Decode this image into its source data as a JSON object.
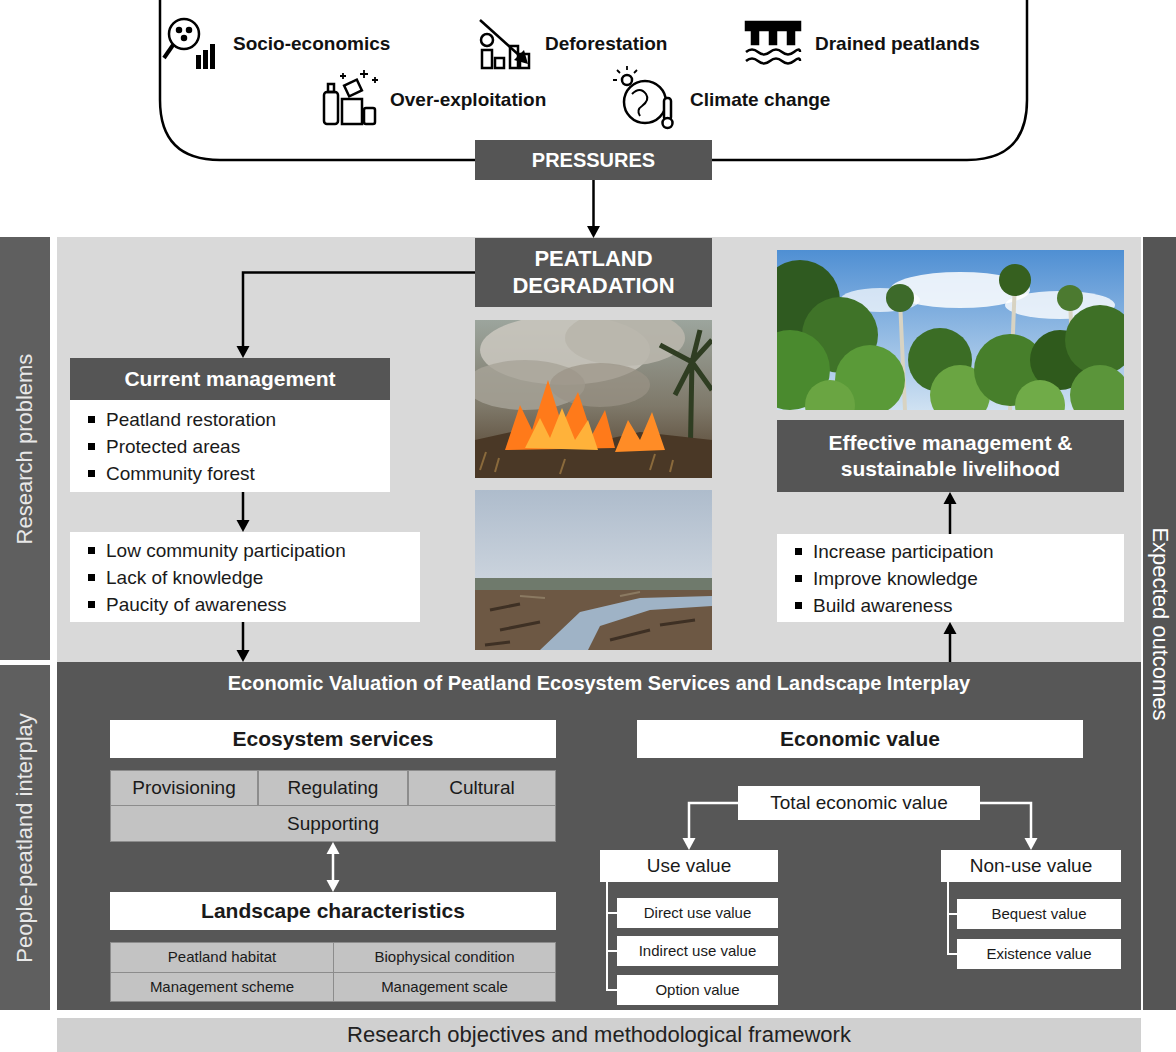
{
  "diagram": {
    "nodes": [
      {
        "text": [
          "Socio-economics",
          "Deforestation",
          "Drained peatlands",
          "Over-exploitation",
          "Climate change"
        ]
      },
      {
        "text": [
          "PRESSURES"
        ]
      },
      {
        "text": [
          "PEATLAND DEGRADATION"
        ]
      },
      {
        "text": [
          "Research problems"
        ]
      },
      {
        "text": [
          "Current management",
          "Peatland restoration",
          "Protected areas",
          "Community forest"
        ]
      },
      {
        "text": [
          "Low community participation",
          "Lack of knowledge",
          "Paucity of awareness"
        ]
      },
      {
        "text": [
          "Effective management & sustainable livelihood"
        ]
      },
      {
        "text": [
          "Increase participation",
          "Improve knowledge",
          "Build awareness"
        ]
      },
      {
        "text": [
          "Expected outcomes"
        ]
      },
      {
        "text": [
          "People-peatland interplay"
        ]
      },
      {
        "text": [
          "Economic Valuation of Peatland Ecosystem Services and Landscape Interplay"
        ]
      },
      {
        "text": [
          "Ecosystem services"
        ],
        "in": 10
      },
      {
        "text": [
          "Provisioning"
        ],
        "in": 10
      },
      {
        "text": [
          "Regulating"
        ],
        "in": 10
      },
      {
        "text": [
          "Cultural"
        ],
        "in": 10
      },
      {
        "text": [
          "Supporting"
        ],
        "in": 10
      },
      {
        "text": [
          "Landscape characteristics"
        ],
        "in": 10
      },
      {
        "text": [
          "Peatland habitat"
        ],
        "in": 10
      },
      {
        "text": [
          "Biophysical condition"
        ],
        "in": 10
      },
      {
        "text": [
          "Management scheme"
        ],
        "in": 10
      },
      {
        "text": [
          "Management scale"
        ],
        "in": 10
      },
      {
        "text": [
          "Economic value"
        ],
        "in": 10
      },
      {
        "text": [
          "Total economic value"
        ],
        "in": 10
      },
      {
        "text": [
          "Use value"
        ],
        "in": 10
      },
      {
        "text": [
          "Direct use value"
        ],
        "in": 10
      },
      {
        "text": [
          "Indirect use value"
        ],
        "in": 10
      },
      {
        "text": [
          "Option value"
        ],
        "in": 10
      },
      {
        "text": [
          "Non-use value"
        ],
        "in": 10
      },
      {
        "text": [
          "Bequest value"
        ],
        "in": 10
      },
      {
        "text": [
          "Existence value"
        ],
        "in": 10
      },
      {
        "text": [
          "Research objectives and methodological framework"
        ]
      }
    ],
    "edges": [
      {
        "from": 1,
        "to": 2,
        "arrow": "to"
      },
      {
        "from": 2,
        "to": 4,
        "arrow": "to"
      },
      {
        "from": 4,
        "to": 5,
        "arrow": "to"
      },
      {
        "from": 5,
        "to": 10,
        "arrow": "to"
      },
      {
        "from": 10,
        "to": 7,
        "arrow": "to"
      },
      {
        "from": 7,
        "to": 6,
        "arrow": "to"
      },
      {
        "from": 15,
        "to": 16,
        "arrow": "both"
      },
      {
        "from": 22,
        "to": 23,
        "arrow": "to"
      },
      {
        "from": 22,
        "to": 27,
        "arrow": "to"
      },
      {
        "from": 23,
        "to": 24,
        "arrow": "none"
      },
      {
        "from": 23,
        "to": 25,
        "arrow": "none"
      },
      {
        "from": 23,
        "to": 26,
        "arrow": "none"
      },
      {
        "from": 27,
        "to": 28,
        "arrow": "none"
      },
      {
        "from": 27,
        "to": 29,
        "arrow": "none"
      }
    ]
  }
}
